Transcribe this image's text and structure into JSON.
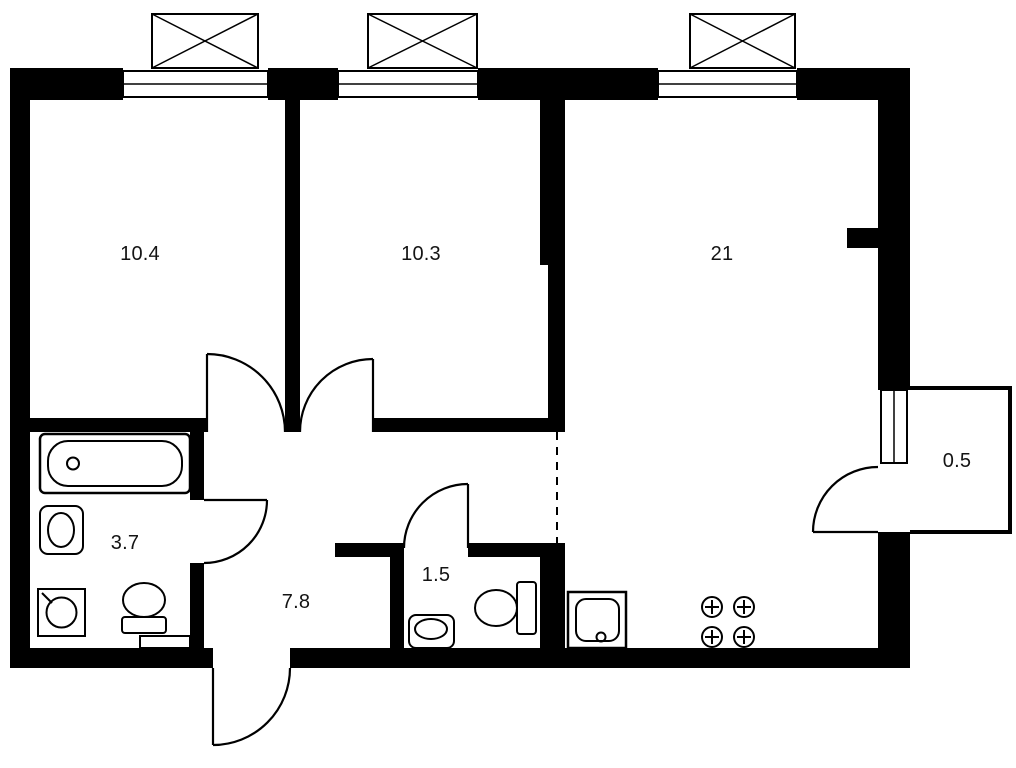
{
  "plan": {
    "type": "apartment-floor-plan",
    "colors": {
      "background": "#ffffff",
      "walls": "#000000",
      "lines": "#000000",
      "label_text": "#141414"
    },
    "rooms": [
      {
        "name": "bedroom-1",
        "area": "10.4"
      },
      {
        "name": "bedroom-2",
        "area": "10.3"
      },
      {
        "name": "living-room-kitchen",
        "area": "21"
      },
      {
        "name": "bathroom",
        "area": "3.7"
      },
      {
        "name": "hallway",
        "area": "7.8"
      },
      {
        "name": "wc",
        "area": "1.5"
      },
      {
        "name": "balcony",
        "area": "0.5"
      }
    ],
    "windows": [
      "facade-window-1",
      "facade-window-2",
      "facade-window-3",
      "balcony-window"
    ],
    "doors": [
      "bedroom-1-door",
      "bedroom-2-door",
      "bathroom-door",
      "wc-door",
      "balcony-door",
      "entrance-door"
    ],
    "fixtures": [
      "bathtub",
      "washbasin",
      "washing-machine",
      "toilet",
      "duct-box",
      "wc-toilet",
      "wc-washbasin",
      "kitchen-sink",
      "stove-4-burner"
    ]
  }
}
